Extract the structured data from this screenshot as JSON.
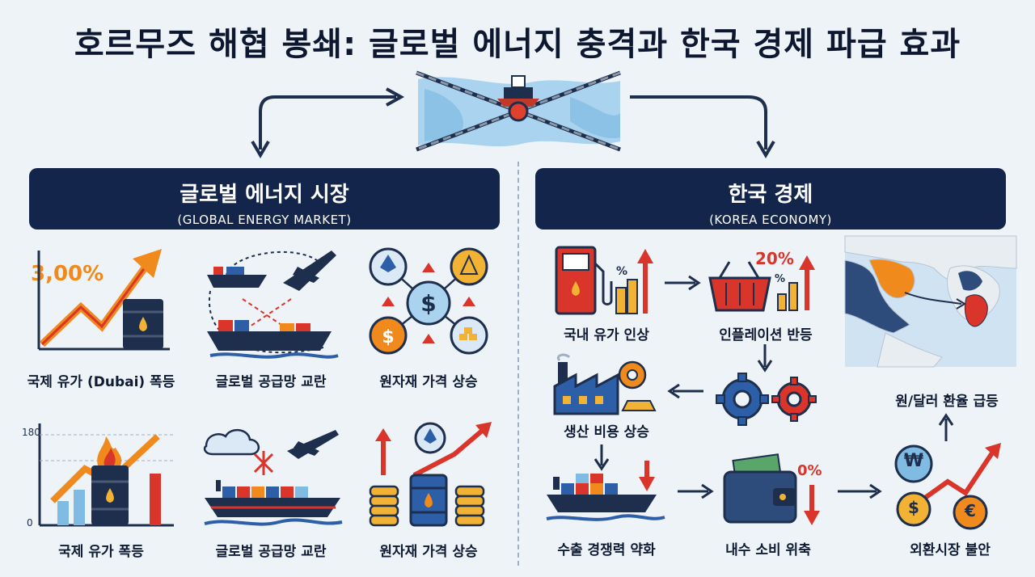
{
  "title": "호르무즈 해협 봉쇄: 글로벌 에너지 충격과 한국 경제 파급 효과",
  "left_section": {
    "title": "글로벌 에너지 시장",
    "subtitle": "(GLOBAL ENERGY MARKET)",
    "items": [
      {
        "label": "국제 유가 (Dubai) 폭등",
        "badge": "3,00%"
      },
      {
        "label": "글로벌 공급망 교란"
      },
      {
        "label": "원자재 가격 상승"
      },
      {
        "label": "국제 유가 폭등",
        "axis_top": "180",
        "axis_bottom": "0"
      },
      {
        "label": "글로벌 공급망 교란"
      },
      {
        "label": "원자재 가격 상승"
      }
    ]
  },
  "right_section": {
    "title": "한국 경제",
    "subtitle": "(KOREA ECONOMY)",
    "items": [
      {
        "label": "국내 유가 인상",
        "badge": "%"
      },
      {
        "label": "인플레이션 반등",
        "badge": "20%",
        "badge2": "%"
      },
      {
        "label": "생산 비용 상승"
      },
      {
        "label": "원/달러 환율 급등"
      },
      {
        "label": "수출 경쟁력 약화"
      },
      {
        "label": "내수 소비 위축",
        "badge": "0%"
      },
      {
        "label": "외환시장 불안",
        "symbols": [
          "₩",
          "$",
          "€"
        ]
      }
    ]
  },
  "colors": {
    "navy": "#13254a",
    "orange": "#f08a1c",
    "red": "#d9352a",
    "blue": "#2d5fa8",
    "gold": "#f2b233"
  }
}
